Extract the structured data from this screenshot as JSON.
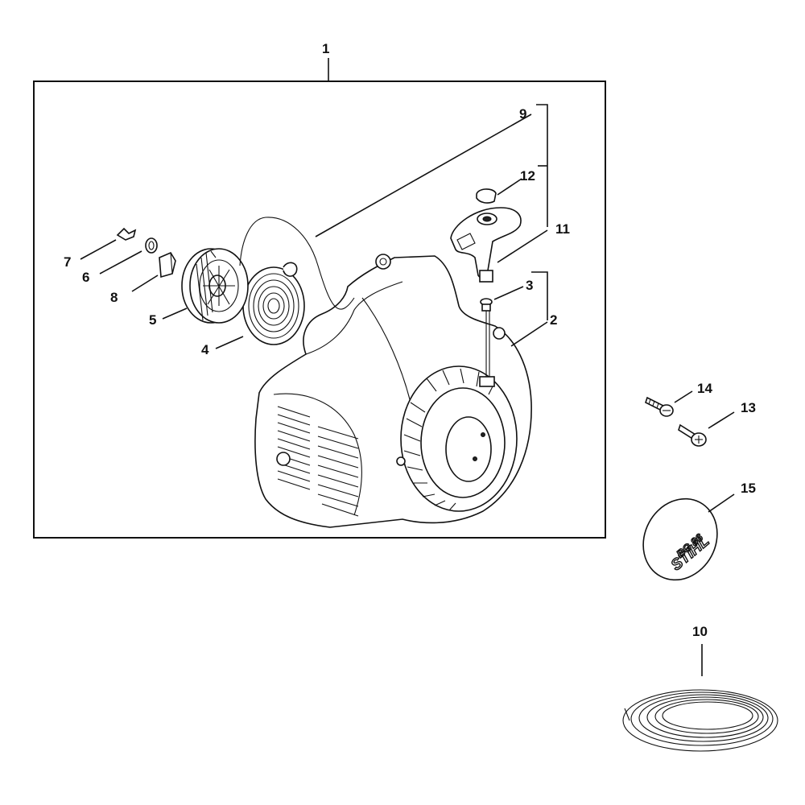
{
  "diagram": {
    "part_numbers": {
      "p1": "1",
      "p2": "2",
      "p3": "3",
      "p4": "4",
      "p5": "5",
      "p6": "6",
      "p7": "7",
      "p8": "8",
      "p9": "9",
      "p10": "10",
      "p11": "11",
      "p12": "12",
      "p13": "13",
      "p14": "14",
      "p15": "15"
    },
    "logo": {
      "brand": "STIHL",
      "model": "BG 86"
    }
  }
}
